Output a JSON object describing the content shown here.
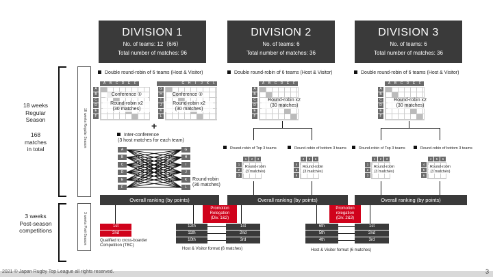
{
  "divisions": [
    {
      "title": "DIVISION 1",
      "teams": "No. of teams: 12（6/6）",
      "matches": "Total number of matches: 96"
    },
    {
      "title": "DIVISION 2",
      "teams": "No. of teams: 6",
      "matches": "Total number of matches: 36"
    },
    {
      "title": "DIVISION 3",
      "teams": "No. of teams: 6",
      "matches": "Total number of matches: 36"
    }
  ],
  "left": {
    "regular_l1": "18 weeks",
    "regular_l2": "Regular",
    "regular_l3": "Season",
    "matches_l1": "168",
    "matches_l2": "matches",
    "matches_l3": "in total",
    "post_l1": "3 weeks",
    "post_l2": "Post-season",
    "post_l3": "competitions",
    "vtext_regular": "18 weeks Regular Season",
    "vtext_post": "3 weeks Post-Season"
  },
  "d1": {
    "header": "Double round-robin of 6 teams (Host & Visitor)",
    "cols_a": [
      "A",
      "B",
      "C",
      "D",
      "E",
      "F"
    ],
    "cols_b": [
      "G",
      "H",
      "I",
      "J",
      "K",
      "L"
    ],
    "conf1": "Conference ①",
    "conf2": "Conference ②",
    "rr": "Round-robin x2",
    "rr_matches": "(30 matches)",
    "plus": "+",
    "inter_header": "Inter-conference",
    "inter_sub": "(3 host matches for each team)",
    "inter_rr": "Round-robin",
    "inter_matches": "(36 matches)",
    "overall": "Overall ranking (by points)",
    "promo": "Promotion",
    "releg": "Relegation",
    "promo_div": "(Div. 1&2)",
    "rank1": "1st",
    "rank2": "2nd",
    "qual_l1": "Qualified to cross-boarder",
    "qual_l2": "Competition (TBC)",
    "left_ranks": [
      "12th",
      "11th",
      "10th"
    ],
    "right_ranks": [
      "1st",
      "2nd",
      "3rd"
    ],
    "format": "Host & Visitor format (6 matches)"
  },
  "d2": {
    "header": "Double round-robin of 6 teams (Host & Visitor)",
    "cols": [
      "A",
      "B",
      "C",
      "D",
      "E",
      "F"
    ],
    "rr": "Round-robin x2",
    "rr_matches": "(30 matches)",
    "top": "Round-robin of Top 3 teams",
    "bottom": "Round-robin of bottom 3 teams",
    "top_nums": [
      "1",
      "2",
      "3"
    ],
    "bot_nums": [
      "4",
      "5",
      "6"
    ],
    "mini_rr": "Round-robin",
    "mini_matches": "(3 matches)",
    "overall": "Overall ranking (by points)",
    "promo": "Promotion",
    "releg": "relegation",
    "promo_div": "(Div. 2&3)",
    "left_ranks": [
      "6th",
      "5th",
      "4th"
    ],
    "right_ranks": [
      "1st",
      "2nd",
      "3rd"
    ],
    "format": "Host & Visitor format (6 matches)"
  },
  "d3": {
    "header": "Double round-robin of 6 teams (Host & Visitor)",
    "cols": [
      "A",
      "B",
      "C",
      "D",
      "E",
      "F"
    ],
    "rr": "Round-robin x2",
    "rr_matches": "(30 matches)",
    "top": "Round-robin of Top 3 teams",
    "bottom": "Round-robin of bottom 3 teams",
    "top_nums": [
      "1",
      "2",
      "3"
    ],
    "bot_nums": [
      "4",
      "5",
      "6"
    ],
    "mini_rr": "Round-robin",
    "mini_matches": "(3 matches)",
    "overall": "Overall ranking (by points)"
  },
  "footer": {
    "copyright": "2021 © Japan Rugby Top League all rights reserved.",
    "page": "3"
  },
  "colors": {
    "dark": "#3a3a3a",
    "red": "#d0021b",
    "gray": "#6a6a6a"
  }
}
